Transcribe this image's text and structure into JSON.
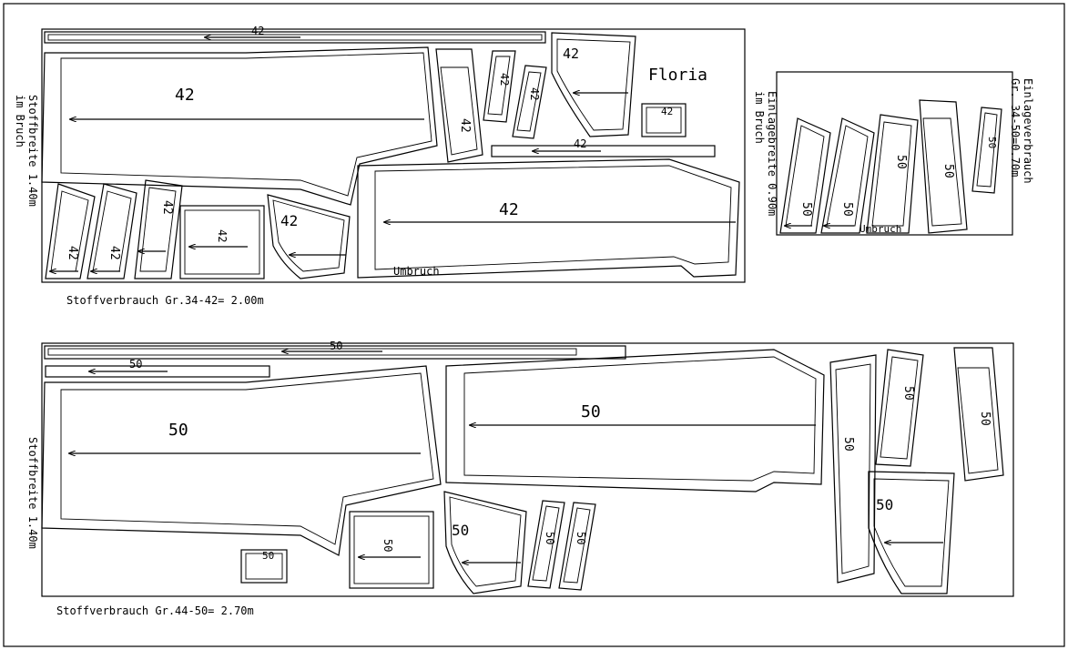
{
  "title": "Floria",
  "upper_layout": {
    "fabric_width": "Stoffbreite 1.40m",
    "fold": "im Bruch",
    "consumption": "Stoffverbrauch Gr.34-42= 2.00m",
    "fold_label": "Umbruch",
    "size": "42"
  },
  "interfacing_layout": {
    "width": "Einlagebreite 0.90m",
    "fold": "im Bruch",
    "consumption": "Einlageverbrauch",
    "consumption_value": "Gr. 34-50=0.70m",
    "fold_label": "Umbruch",
    "size": "50"
  },
  "lower_layout": {
    "fabric_width": "Stoffbreite 1.40m",
    "consumption": "Stoffverbrauch Gr.44-50= 2.70m",
    "size": "50"
  }
}
